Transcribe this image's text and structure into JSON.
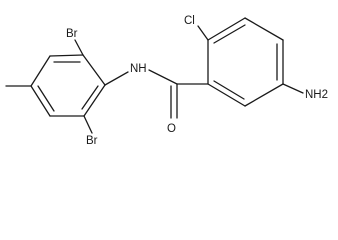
{
  "molecule": {
    "atoms": {
      "cl": "Cl",
      "nh": "NH",
      "br_top": "Br",
      "br_bottom": "Br",
      "o": "O",
      "nh2": "NH2"
    },
    "colors": {
      "bond": "#1a1a1a",
      "label": "#1a1a1a",
      "background": "#ffffff"
    }
  }
}
